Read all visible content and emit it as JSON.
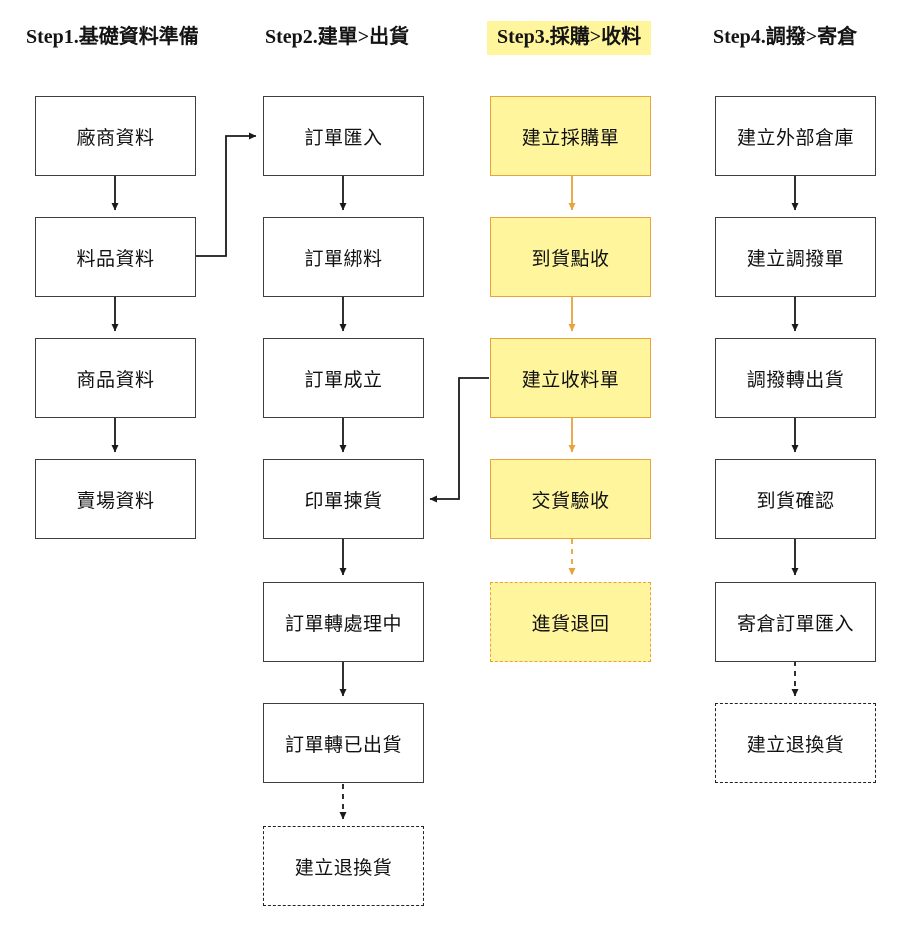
{
  "diagram": {
    "title_bar_highlight_color": "#fff59d",
    "default_box_border_color": "#3f3f3f",
    "yellow_box_fill": "#fff59d",
    "yellow_box_border": "#e8a33d",
    "columns": [
      {
        "id": "step1",
        "header": "Step1.基礎資料準備",
        "highlighted": false,
        "nodes": [
          {
            "label": "廠商資料",
            "style": "solid"
          },
          {
            "label": "料品資料",
            "style": "solid"
          },
          {
            "label": "商品資料",
            "style": "solid"
          },
          {
            "label": "賣場資料",
            "style": "solid"
          }
        ]
      },
      {
        "id": "step2",
        "header": "Step2.建單>出貨",
        "highlighted": false,
        "nodes": [
          {
            "label": "訂單匯入",
            "style": "solid"
          },
          {
            "label": "訂單綁料",
            "style": "solid"
          },
          {
            "label": "訂單成立",
            "style": "solid"
          },
          {
            "label": "印單揀貨",
            "style": "solid"
          },
          {
            "label": "訂單轉處理中",
            "style": "solid"
          },
          {
            "label": "訂單轉已出貨",
            "style": "solid"
          },
          {
            "label": "建立退換貨",
            "style": "dashed"
          }
        ]
      },
      {
        "id": "step3",
        "header": "Step3.採購>收料",
        "highlighted": true,
        "nodes": [
          {
            "label": "建立採購單",
            "style": "yellow"
          },
          {
            "label": "到貨點收",
            "style": "yellow"
          },
          {
            "label": "建立收料單",
            "style": "yellow"
          },
          {
            "label": "交貨驗收",
            "style": "yellow"
          },
          {
            "label": "進貨退回",
            "style": "yellow-dashed"
          }
        ]
      },
      {
        "id": "step4",
        "header": "Step4.調撥>寄倉",
        "highlighted": false,
        "nodes": [
          {
            "label": "建立外部倉庫",
            "style": "solid"
          },
          {
            "label": "建立調撥單",
            "style": "solid"
          },
          {
            "label": "調撥轉出貨",
            "style": "solid"
          },
          {
            "label": "到貨確認",
            "style": "solid"
          },
          {
            "label": "寄倉訂單匯入",
            "style": "solid"
          },
          {
            "label": "建立退換貨",
            "style": "dashed"
          }
        ]
      }
    ],
    "cross_links": [
      {
        "from": "料品資料",
        "to": "訂單匯入",
        "style": "solid"
      },
      {
        "from": "建立收料單",
        "to": "印單揀貨",
        "style": "solid"
      }
    ]
  }
}
